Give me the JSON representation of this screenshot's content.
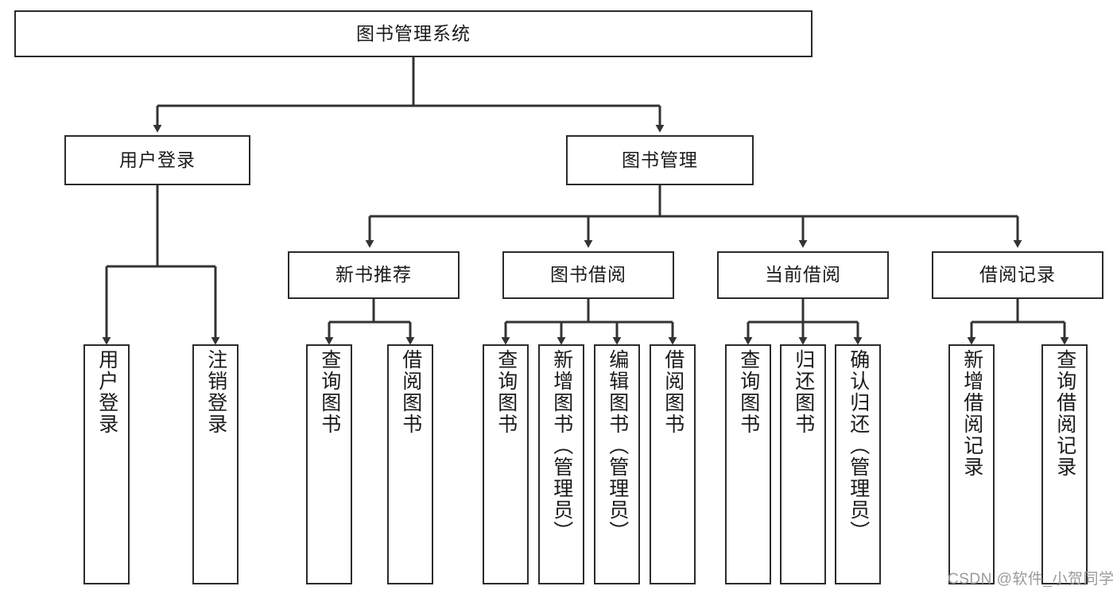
{
  "diagram": {
    "title": "图书管理系统",
    "type": "tree-hierarchy",
    "orientation": "top-down",
    "colors": {
      "box_border": "#2b2b2b",
      "box_fill": "#ffffff",
      "edge": "#333333",
      "text": "#1a1a1a",
      "watermark": "#9a9a9a",
      "background": "#ffffff"
    }
  },
  "nodes": {
    "root": {
      "label": "图书管理系统"
    },
    "level1": [
      {
        "label": "用户登录"
      },
      {
        "label": "图书管理"
      }
    ],
    "level2": [
      {
        "label": "新书推荐"
      },
      {
        "label": "图书借阅"
      },
      {
        "label": "当前借阅"
      },
      {
        "label": "借阅记录"
      }
    ],
    "leaves": {
      "user_login": [
        {
          "label": "用户登录"
        },
        {
          "label": "注销登录"
        }
      ],
      "new_book_recommend": [
        {
          "label": "查询图书"
        },
        {
          "label": "借阅图书"
        }
      ],
      "book_borrow": [
        {
          "label": "查询图书"
        },
        {
          "label": "新增图书（管理员）"
        },
        {
          "label": "编辑图书（管理员）"
        },
        {
          "label": "借阅图书"
        }
      ],
      "current_borrow": [
        {
          "label": "查询图书"
        },
        {
          "label": "归还图书"
        },
        {
          "label": "确认归还（管理员）"
        }
      ],
      "borrow_record": [
        {
          "label": "新增借阅记录"
        },
        {
          "label": "查询借阅记录"
        }
      ]
    }
  },
  "watermark": {
    "text": "CSDN @软件_小贺同学"
  }
}
